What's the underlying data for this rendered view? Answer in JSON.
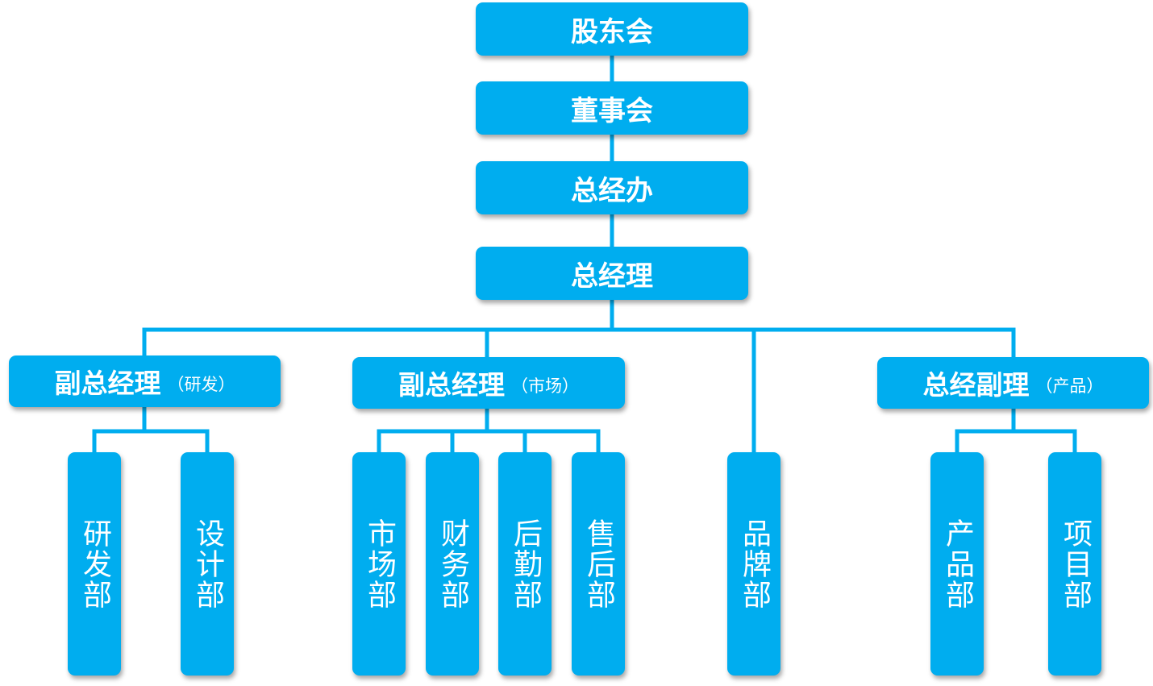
{
  "colors": {
    "box": "#00adef",
    "line": "#00adef",
    "text": "#ffffff"
  },
  "top_chain": {
    "shareholders": "股东会",
    "board": "董事会",
    "gm_office": "总经办",
    "general_manager": "总经理"
  },
  "vps": {
    "rd": {
      "title": "副总经理",
      "sub": "（研发）"
    },
    "market": {
      "title": "副总经理",
      "sub": "（市场）"
    },
    "product": {
      "title": "总经副理",
      "sub": "（产品）"
    }
  },
  "departments": {
    "rd": "研发部",
    "design": "设计部",
    "market": "市场部",
    "finance": "财务部",
    "logistics": "后勤部",
    "after_sales": "售后部",
    "brand": "品牌部",
    "product": "产品部",
    "project": "项目部"
  }
}
